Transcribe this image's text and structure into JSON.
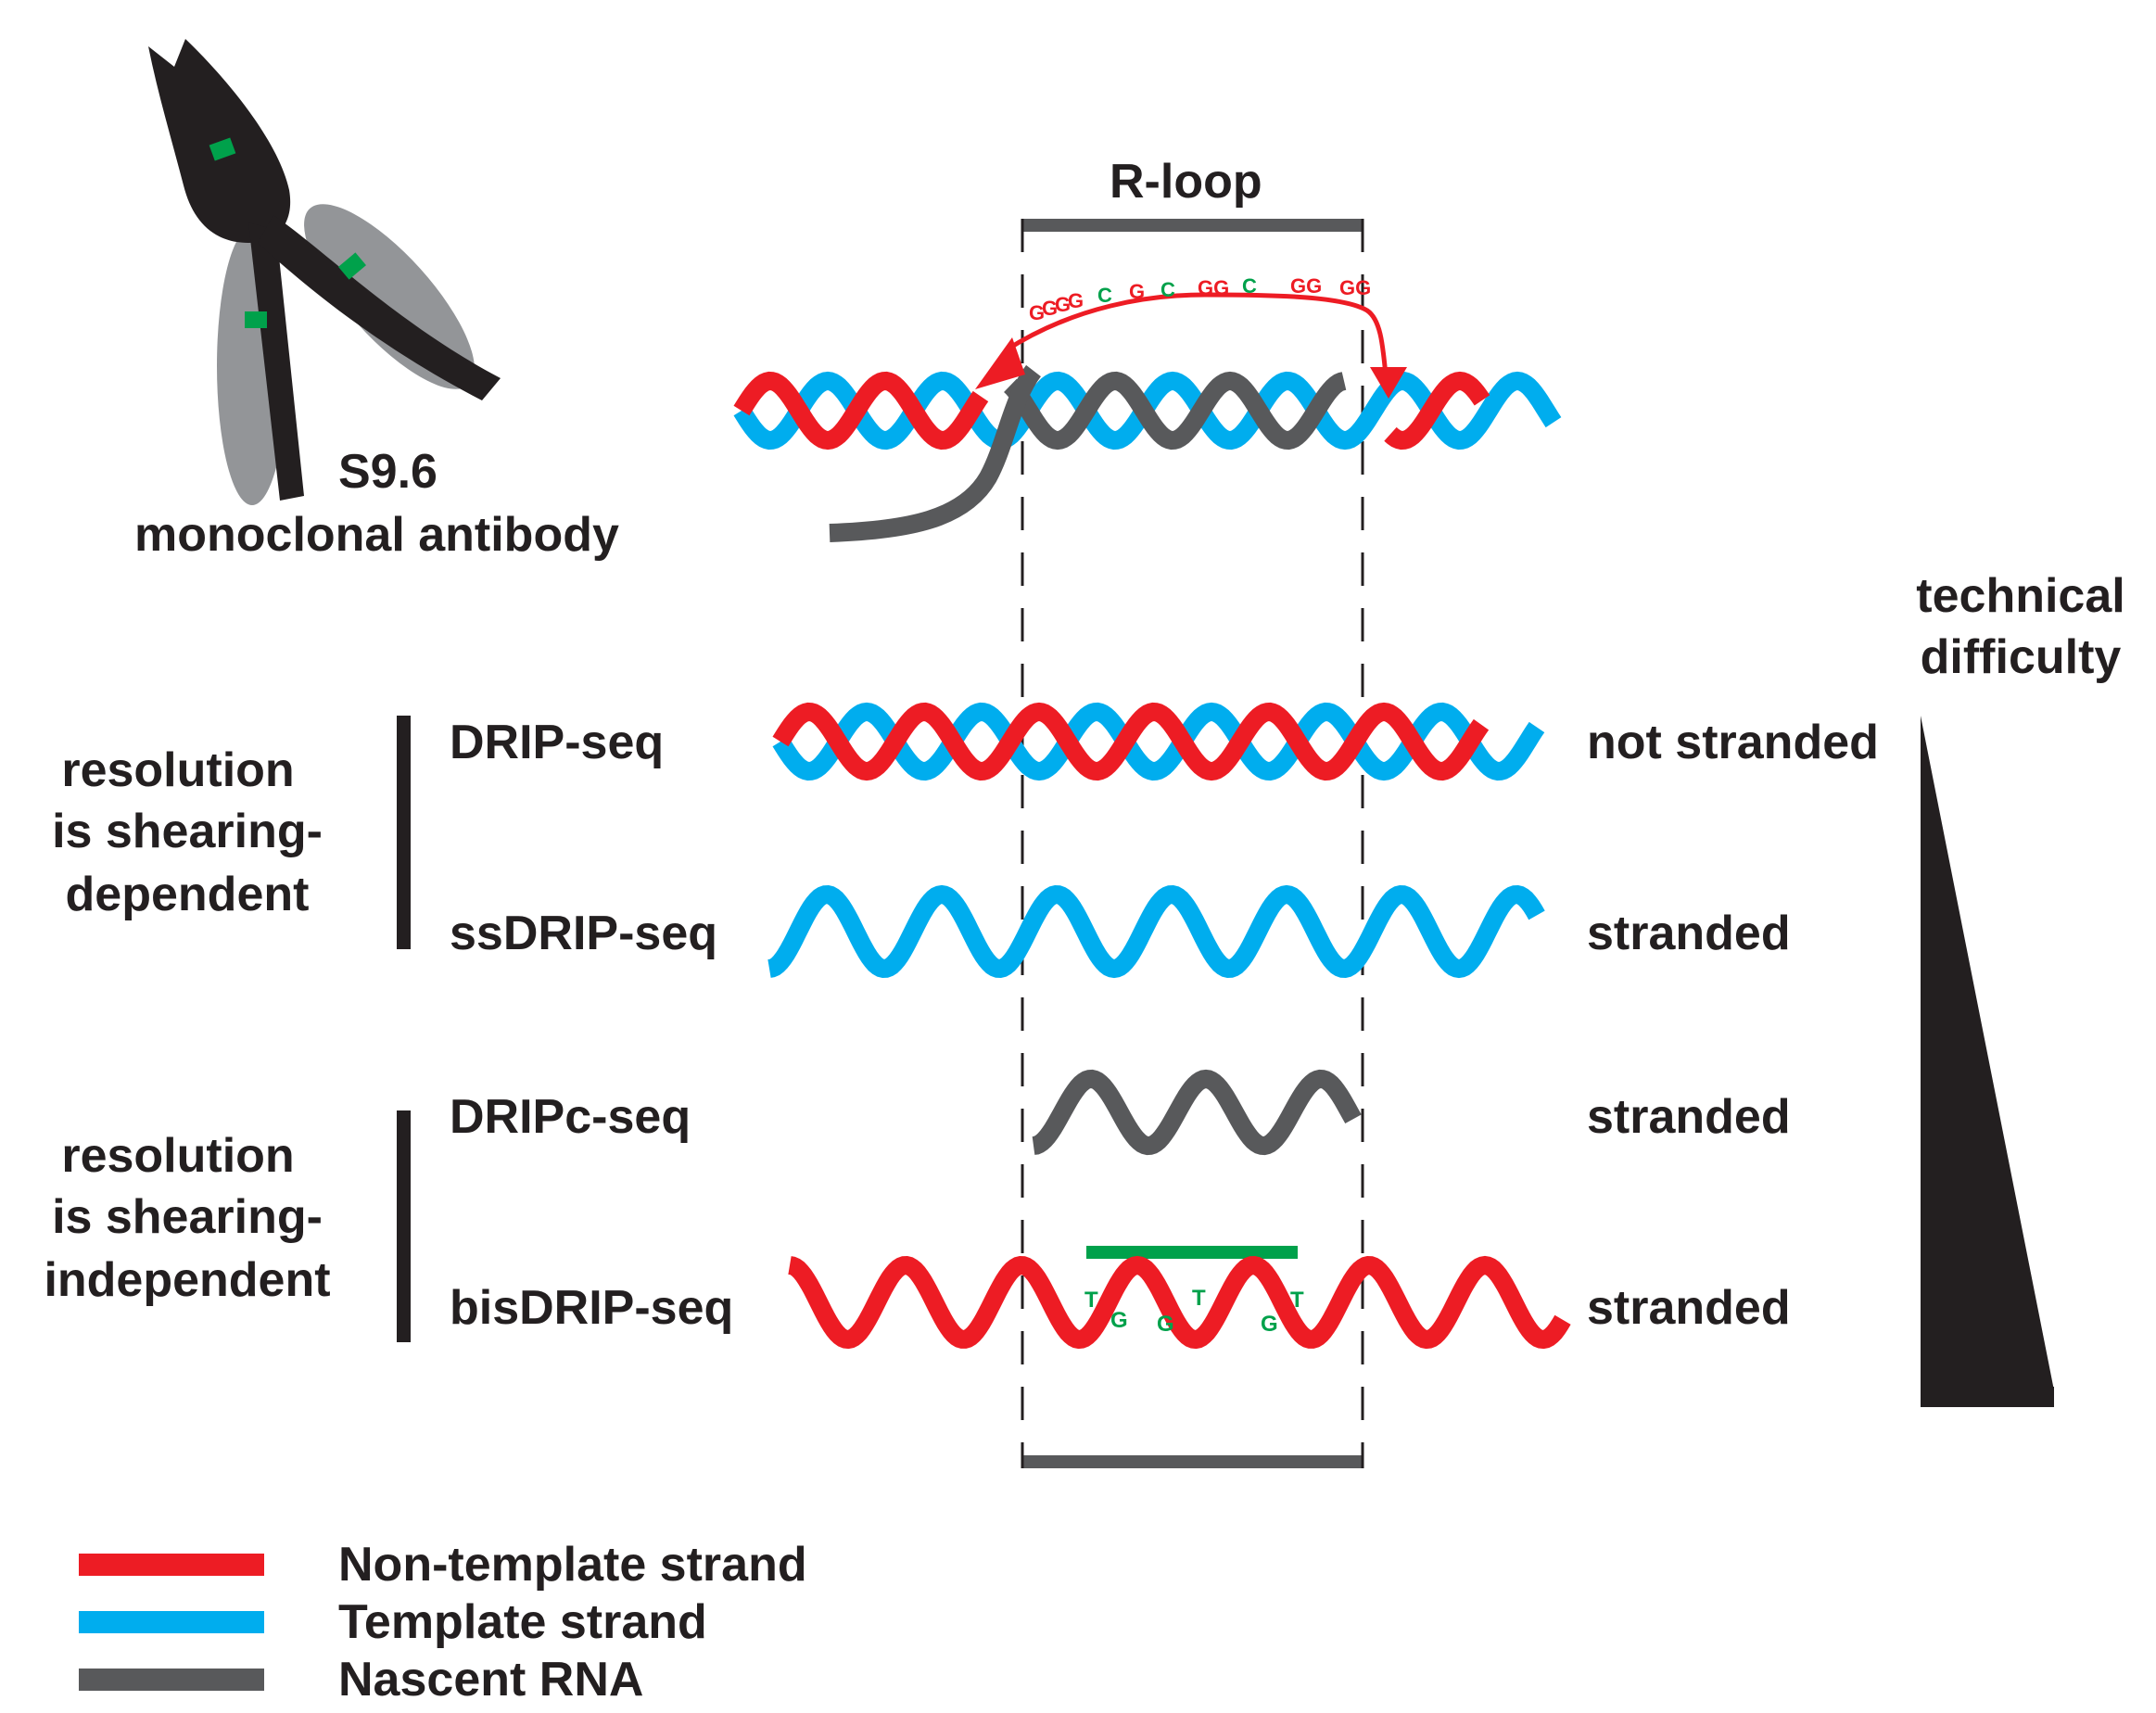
{
  "antibody": {
    "name": "S9.6",
    "subtitle": "monoclonal antibody"
  },
  "rloop": {
    "label": "R-loop",
    "rna_letters": [
      "G",
      "G",
      "G",
      "G",
      "C",
      "G",
      "C",
      "GG",
      "C",
      "GG",
      "GG"
    ]
  },
  "difficulty": {
    "line1": "technical",
    "line2": "difficulty"
  },
  "groups": [
    {
      "lines": [
        "resolution",
        "is shearing-",
        "dependent"
      ]
    },
    {
      "lines": [
        "resolution",
        "is shearing-",
        "independent"
      ]
    }
  ],
  "methods": [
    {
      "name": "DRIP-seq",
      "stranding": "not stranded"
    },
    {
      "name": "ssDRIP-seq",
      "stranding": "stranded"
    },
    {
      "name": "DRIPc-seq",
      "stranding": "stranded"
    },
    {
      "name": "bisDRIP-seq",
      "stranding": "stranded"
    }
  ],
  "bisulfite_letters": [
    "T",
    "G",
    "G",
    "T",
    "G",
    "T"
  ],
  "legend": [
    {
      "label": "Non-template strand",
      "color": "#ed1c24"
    },
    {
      "label": "Template strand",
      "color": "#00adee"
    },
    {
      "label": "Nascent RNA",
      "color": "#58595b"
    }
  ],
  "colors": {
    "non_template": "#ed1c24",
    "template": "#00adee",
    "rna": "#58595b",
    "antibody_heavy": "#231f20",
    "antibody_light": "#939598",
    "epitope": "#00a14b"
  }
}
